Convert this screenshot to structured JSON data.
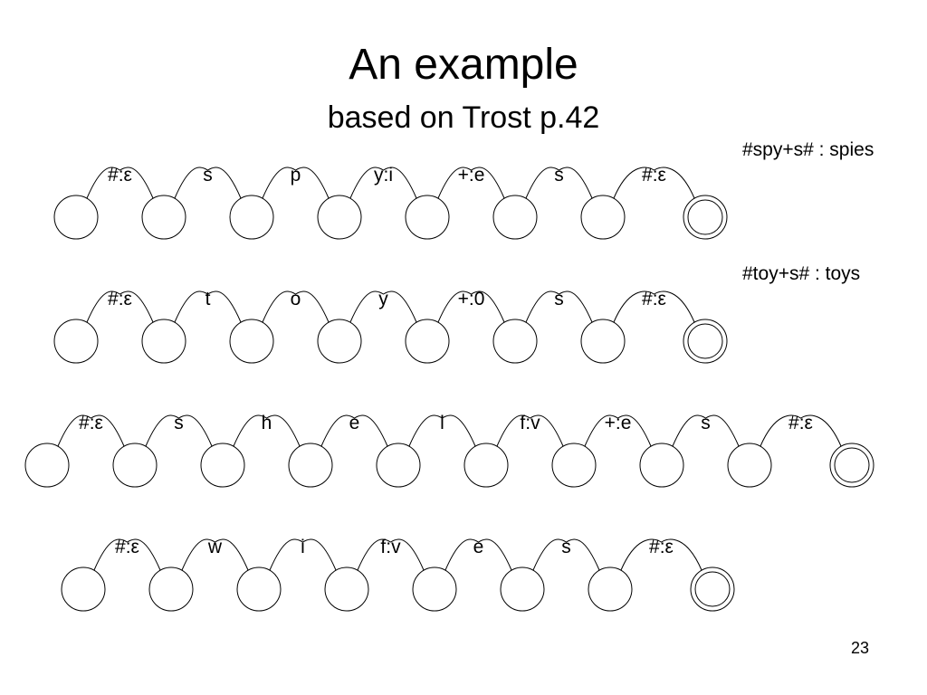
{
  "slide": {
    "title": "An example",
    "subtitle": "based on Trost p.42",
    "page_number": "23"
  },
  "examples": [
    {
      "caption": "#spy+s# : spies",
      "labels": [
        "#:ε",
        "s",
        "p",
        "y:i",
        "+:e",
        "s",
        "#:ε"
      ]
    },
    {
      "caption": "#toy+s# : toys",
      "labels": [
        "#:ε",
        "t",
        "o",
        "y",
        "+:0",
        "s",
        "#:ε"
      ]
    },
    {
      "caption": "",
      "labels": [
        "#:ε",
        "s",
        "h",
        "e",
        "l",
        "f:v",
        "+:e",
        "s",
        "#:ε"
      ]
    },
    {
      "caption": "",
      "labels": [
        "#:ε",
        "w",
        "i",
        "f:v",
        "e",
        "s",
        "#:ε"
      ]
    }
  ]
}
